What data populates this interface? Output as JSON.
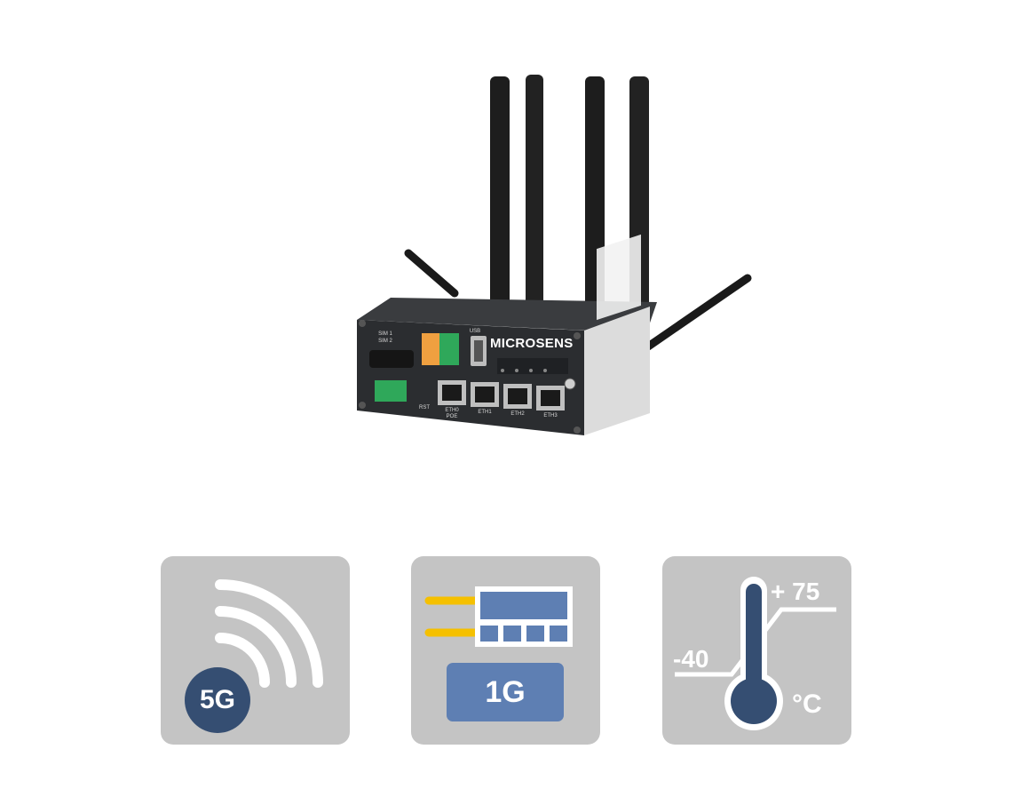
{
  "product": {
    "brand": "MICROSENS",
    "labels": {
      "sim1": "SIM 1",
      "sim2": "SIM 2",
      "usb": "USB",
      "rst": "RST",
      "eth0": "ETH0",
      "poe": "POE",
      "eth1": "ETH1",
      "eth2": "ETH2",
      "eth3": "ETH3"
    },
    "colors": {
      "housing": "#2b2d30",
      "antenna": "#1a1a1a",
      "terminal": "#2fa85a",
      "terminal_orange": "#f0a040"
    }
  },
  "features": [
    {
      "id": "5g",
      "icon": "wireless-signal-icon",
      "label": "5G"
    },
    {
      "id": "1g",
      "icon": "ethernet-switch-icon",
      "label": "1G"
    },
    {
      "id": "temperature",
      "icon": "thermometer-icon",
      "high": "+ 75",
      "low": "-40",
      "unit": "°C"
    }
  ],
  "colors": {
    "tile_bg": "#c4c4c4",
    "dark_blue": "#354e72",
    "mid_blue": "#5e7fb3",
    "yellow": "#f5c000",
    "white": "#ffffff"
  }
}
